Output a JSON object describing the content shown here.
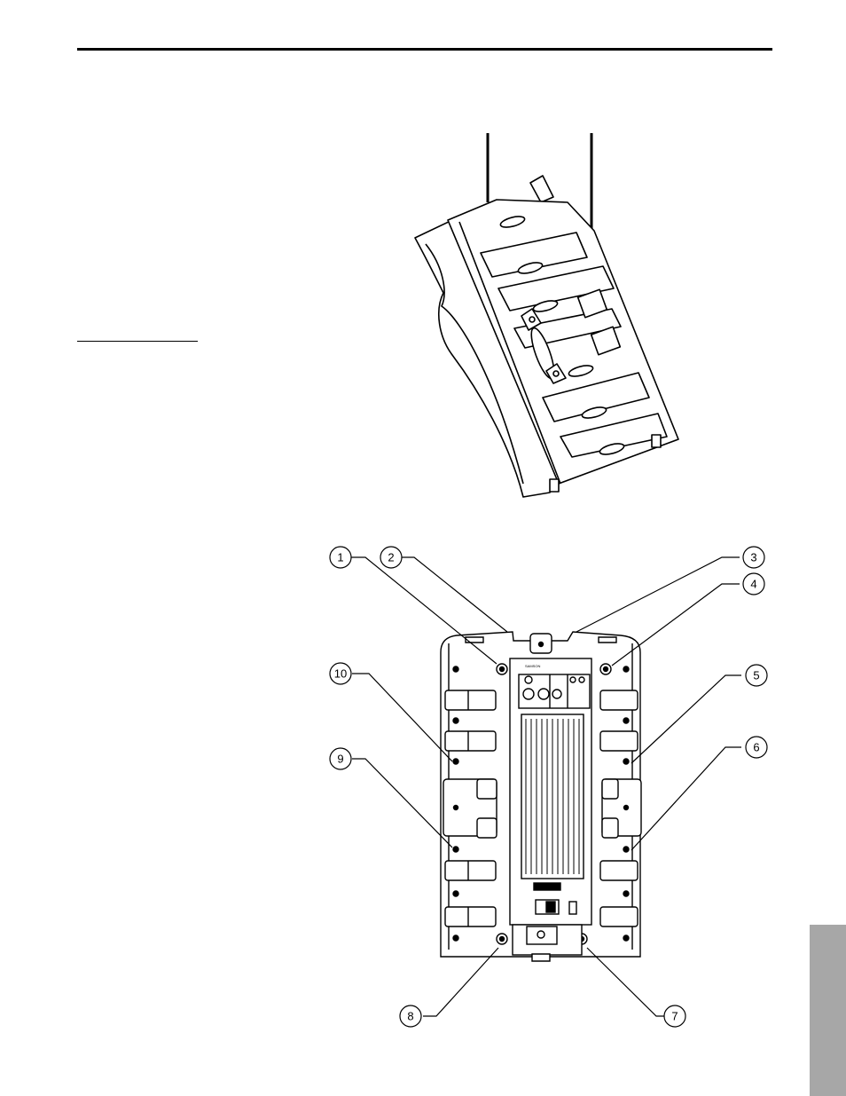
{
  "page": {
    "side_tab_color": "#a7a7a7"
  },
  "figure_top": {
    "icon": "suspended-speaker-illustration"
  },
  "figure_rear": {
    "icon": "speaker-rear-panel-illustration",
    "panel_brand": "SAMSON",
    "callouts": [
      "1",
      "2",
      "3",
      "4",
      "5",
      "6",
      "7",
      "8",
      "9",
      "10"
    ]
  }
}
